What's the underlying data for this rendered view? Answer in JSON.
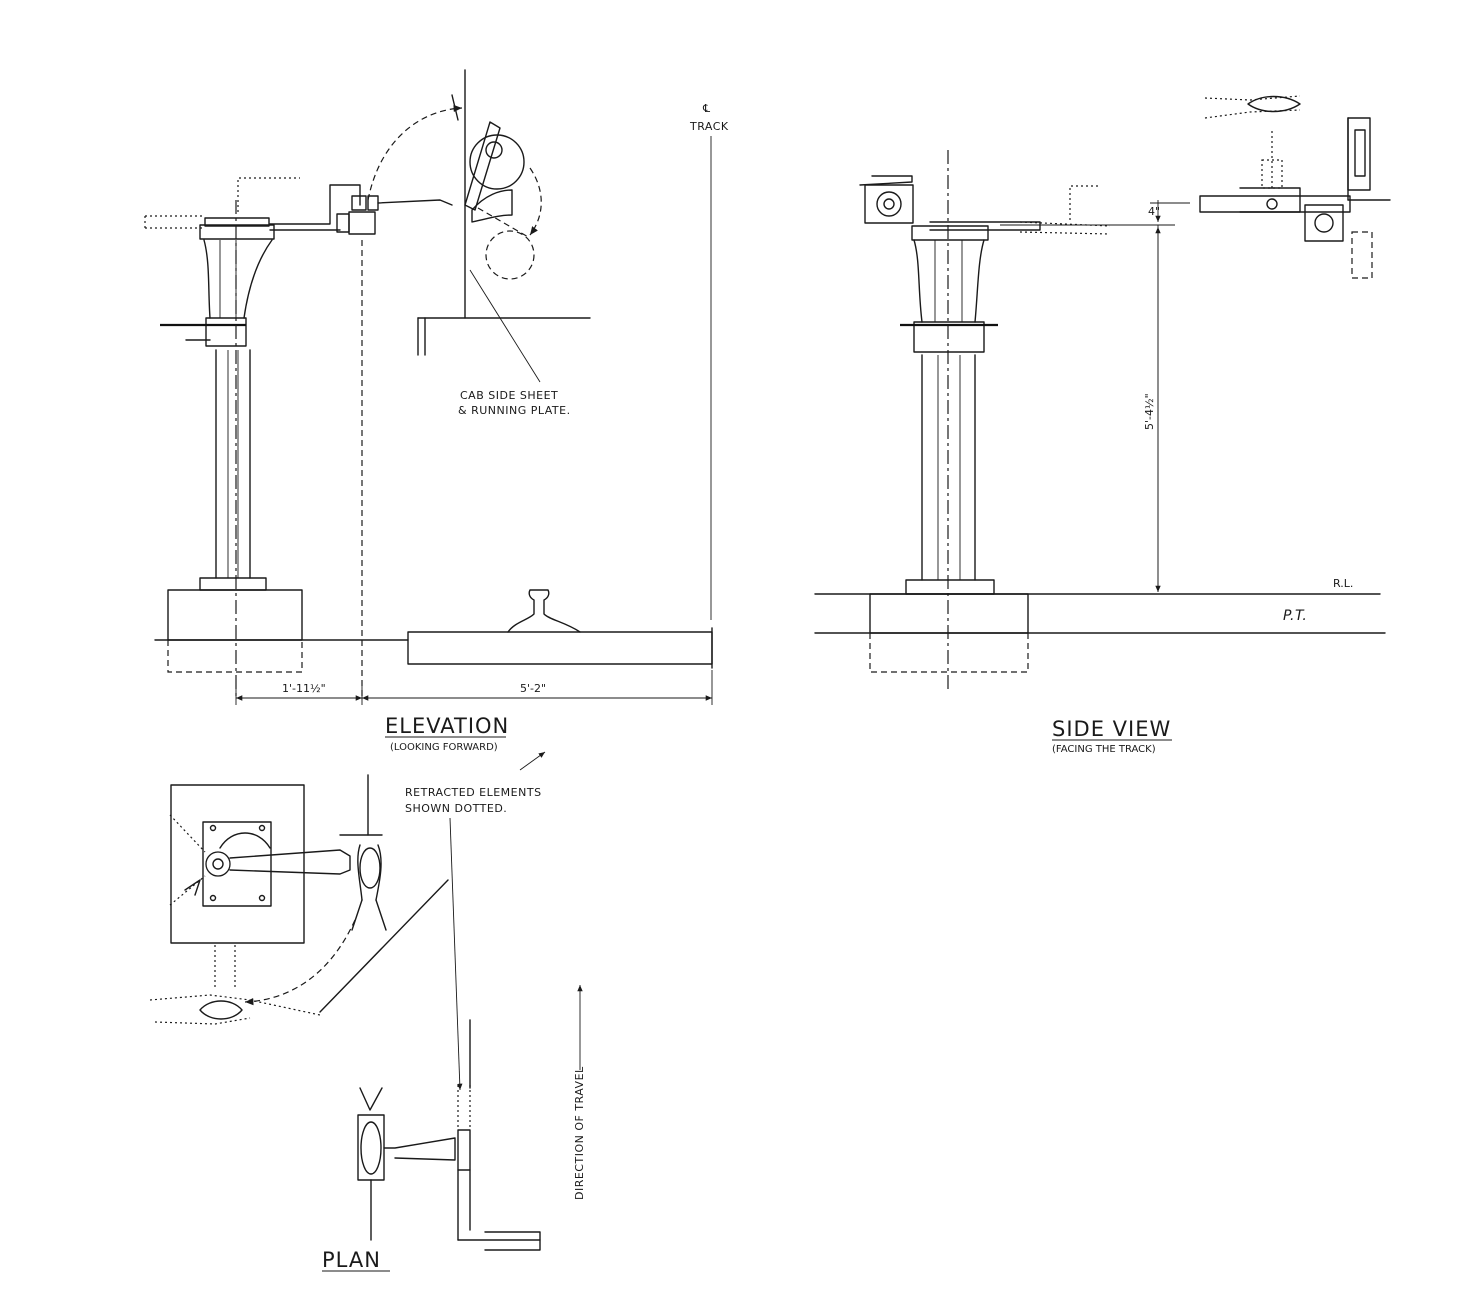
{
  "elevation": {
    "title": "ELEVATION",
    "subtitle": "(LOOKING FORWARD)",
    "track_label": "TRACK",
    "track_symbol": "℄",
    "cab_label_line1": "CAB SIDE SHEET",
    "cab_label_line2": "& RUNNING PLATE.",
    "dim_left": "1'-11½\"",
    "dim_right": "5'-2\""
  },
  "note": {
    "line1": "RETRACTED ELEMENTS",
    "line2": "SHOWN DOTTED."
  },
  "side_view": {
    "title": "SIDE VIEW",
    "subtitle": "(FACING THE TRACK)",
    "dim_small": "4\"",
    "dim_height": "5'-4½\"",
    "rail_level": "R.L.",
    "platform": "P.T."
  },
  "plan": {
    "title": "PLAN",
    "direction": "DIRECTION OF TRAVEL"
  }
}
